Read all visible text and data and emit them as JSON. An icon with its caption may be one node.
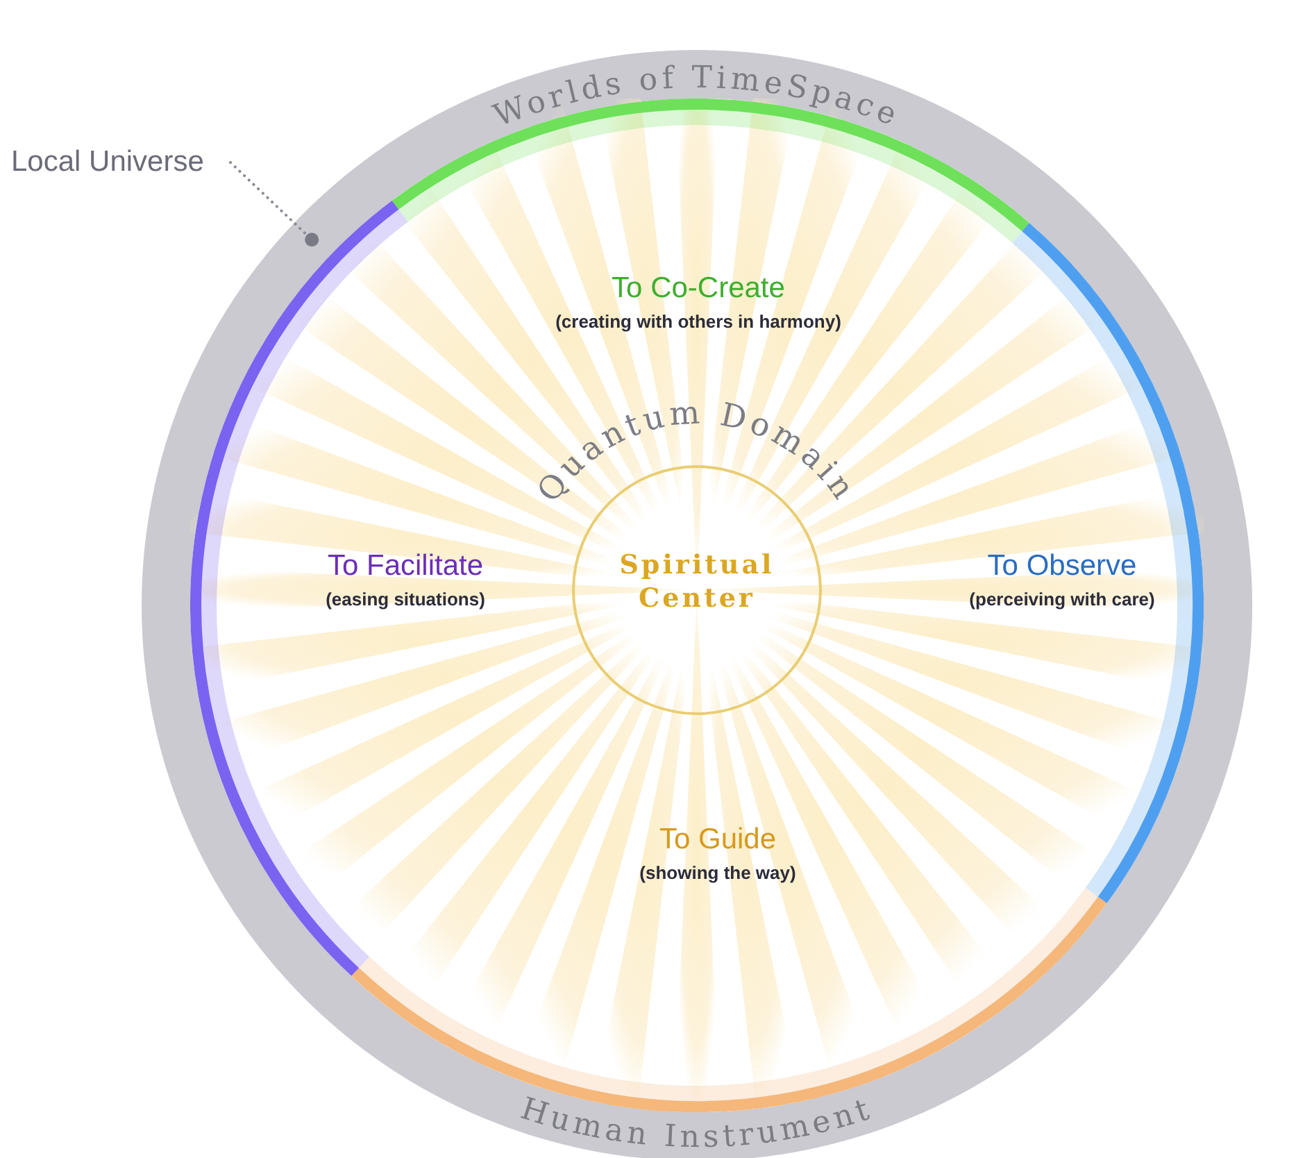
{
  "diagram": {
    "nodes": [
      {
        "text": [
          "Local Universe"
        ]
      },
      {
        "text": [],
        "shape": "circle"
      },
      {
        "text": [
          "Quantum Domain"
        ],
        "in": 1
      },
      {
        "text": [
          "Spiritual Center"
        ],
        "in": 2
      }
    ],
    "edges": [
      {
        "from": 0,
        "to": 1,
        "arrow": "other",
        "style": "dashed"
      }
    ],
    "labels": [
      "Worlds of TimeSpace",
      "To Co-Create",
      "(creating with others in harmony)",
      "To Facilitate",
      "(easing situations)",
      "To Observe",
      "(perceiving with care)",
      "To Guide",
      "(showing the way)",
      "Human Instrument"
    ]
  }
}
